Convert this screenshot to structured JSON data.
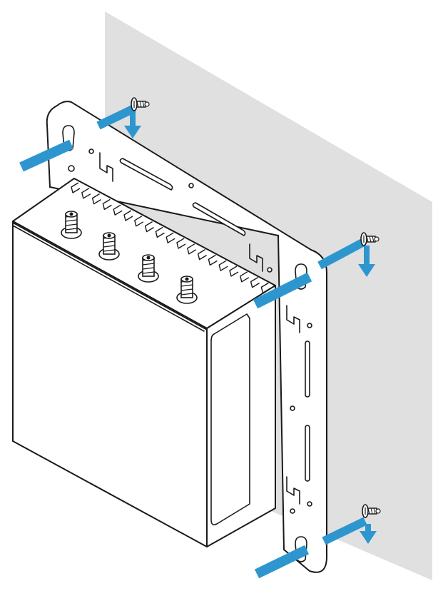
{
  "figure": {
    "subject": "wall-mounting-bracket-installation",
    "colors": {
      "wall": "#e0e0e0",
      "arrow": "#2e96cf",
      "line": "#1a1a1a",
      "face": "#ffffff"
    },
    "screws": [
      {
        "id": "top",
        "icon": "screw-icon"
      },
      {
        "id": "middle",
        "icon": "screw-icon"
      },
      {
        "id": "bottom",
        "icon": "screw-icon"
      }
    ],
    "antennas": {
      "count": 4,
      "icon": "antenna-connector-icon"
    },
    "arrows": {
      "count": 6,
      "icon": "arrow-icon"
    }
  }
}
